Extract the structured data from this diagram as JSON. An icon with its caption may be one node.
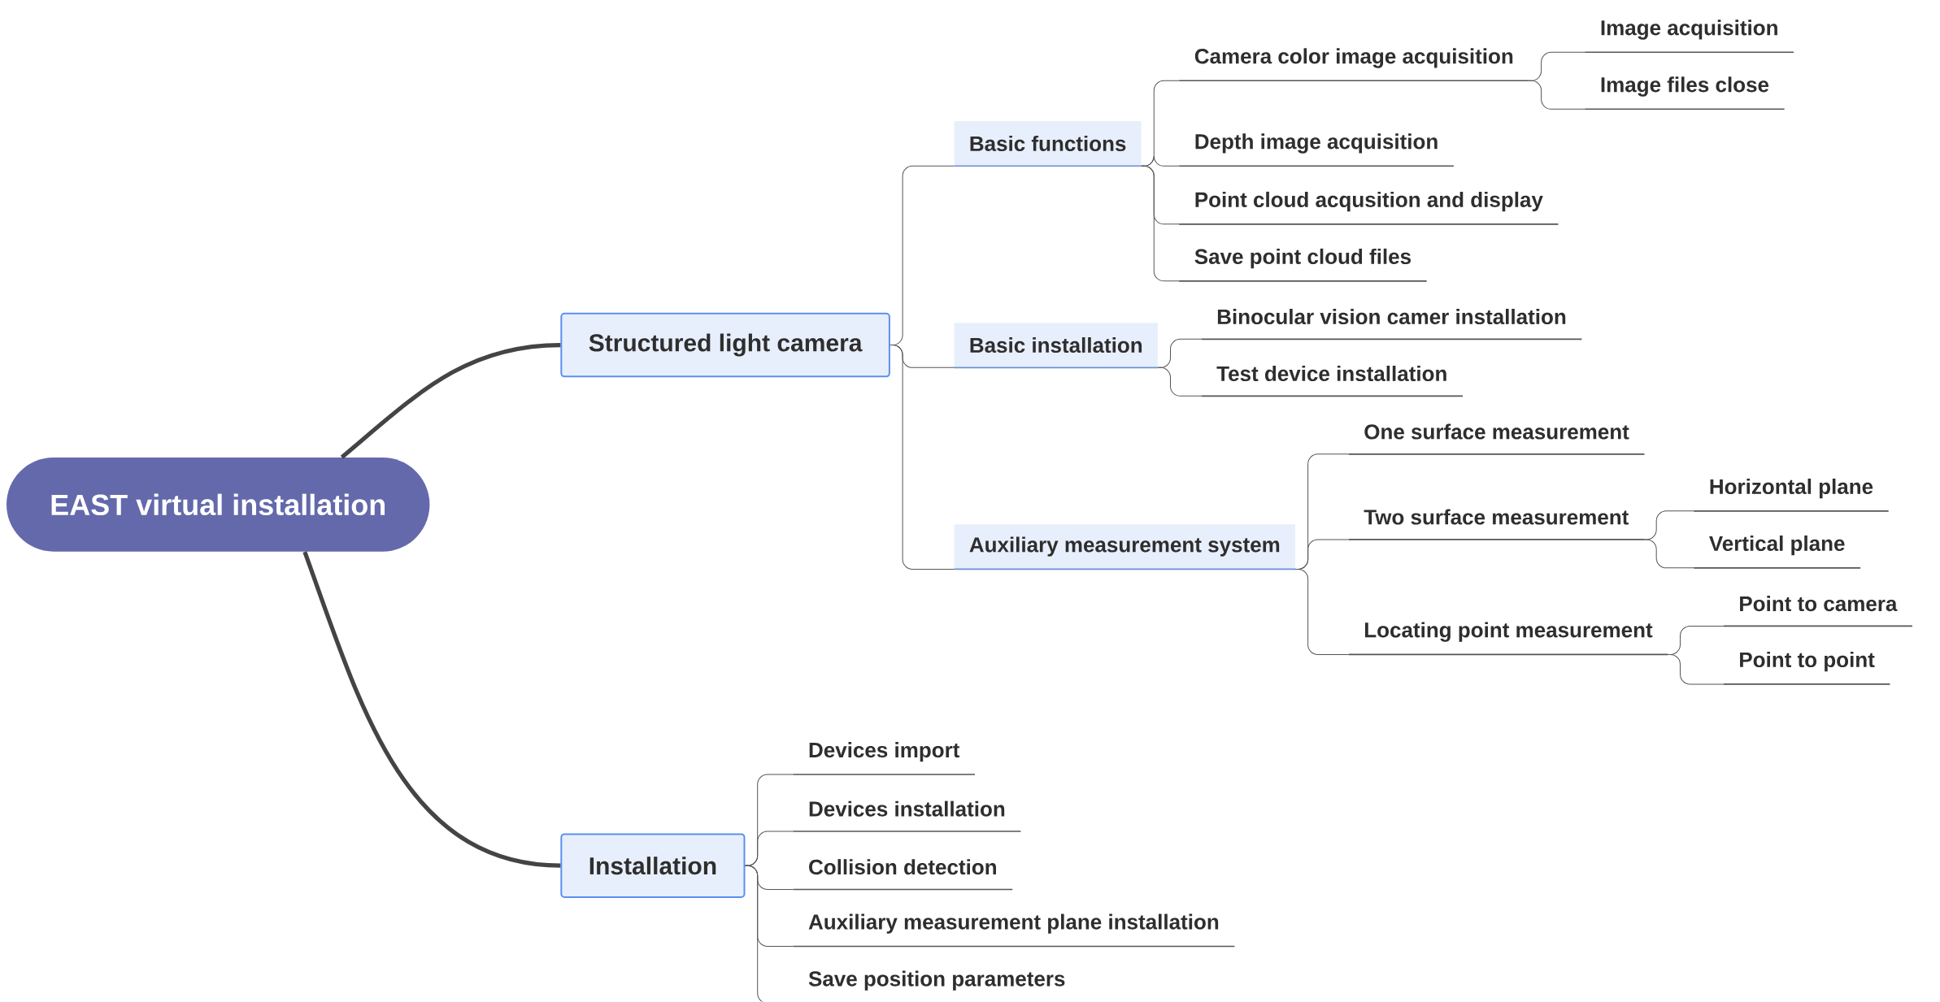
{
  "diagram": {
    "nodes": [
      {
        "text": [
          "EAST virtual installation"
        ]
      },
      {
        "text": [
          "Structured light camera"
        ]
      },
      {
        "text": [
          "Basic functions"
        ]
      },
      {
        "text": [
          "Camera color image acquisition"
        ]
      },
      {
        "text": [
          "Image acquisition"
        ]
      },
      {
        "text": [
          "Image files close"
        ]
      },
      {
        "text": [
          "Depth image acquisition"
        ]
      },
      {
        "text": [
          "Point cloud acqusition and display"
        ]
      },
      {
        "text": [
          "Save point cloud files"
        ]
      },
      {
        "text": [
          "Basic installation"
        ]
      },
      {
        "text": [
          "Binocular vision camer installation"
        ]
      },
      {
        "text": [
          "Test device installation"
        ]
      },
      {
        "text": [
          "Auxiliary measurement system"
        ]
      },
      {
        "text": [
          "One surface measurement"
        ]
      },
      {
        "text": [
          "Two surface measurement"
        ]
      },
      {
        "text": [
          "Horizontal plane"
        ]
      },
      {
        "text": [
          "Vertical plane"
        ]
      },
      {
        "text": [
          "Locating point measurement"
        ]
      },
      {
        "text": [
          "Point to camera"
        ]
      },
      {
        "text": [
          "Point to point"
        ]
      },
      {
        "text": [
          "Installation"
        ]
      },
      {
        "text": [
          "Devices import"
        ]
      },
      {
        "text": [
          "Devices installation"
        ]
      },
      {
        "text": [
          "Collision detection"
        ]
      },
      {
        "text": [
          "Auxiliary measurement plane installation"
        ]
      },
      {
        "text": [
          "Save position parameters"
        ]
      }
    ],
    "edges": [
      {
        "from": 0,
        "to": 1,
        "arrow": "none",
        "style": "thick"
      },
      {
        "from": 1,
        "to": 2,
        "arrow": "none"
      },
      {
        "from": 2,
        "to": 3,
        "arrow": "none"
      },
      {
        "from": 3,
        "to": 4,
        "arrow": "none"
      },
      {
        "from": 3,
        "to": 5,
        "arrow": "none"
      },
      {
        "from": 2,
        "to": 6,
        "arrow": "none"
      },
      {
        "from": 2,
        "to": 7,
        "arrow": "none"
      },
      {
        "from": 2,
        "to": 8,
        "arrow": "none"
      },
      {
        "from": 1,
        "to": 9,
        "arrow": "none"
      },
      {
        "from": 9,
        "to": 10,
        "arrow": "none"
      },
      {
        "from": 9,
        "to": 11,
        "arrow": "none"
      },
      {
        "from": 1,
        "to": 12,
        "arrow": "none"
      },
      {
        "from": 12,
        "to": 13,
        "arrow": "none"
      },
      {
        "from": 12,
        "to": 14,
        "arrow": "none"
      },
      {
        "from": 14,
        "to": 15,
        "arrow": "none"
      },
      {
        "from": 14,
        "to": 16,
        "arrow": "none"
      },
      {
        "from": 12,
        "to": 17,
        "arrow": "none"
      },
      {
        "from": 17,
        "to": 18,
        "arrow": "none"
      },
      {
        "from": 17,
        "to": 19,
        "arrow": "none"
      },
      {
        "from": 0,
        "to": 20,
        "arrow": "none",
        "style": "thick"
      },
      {
        "from": 20,
        "to": 21,
        "arrow": "none"
      },
      {
        "from": 20,
        "to": 22,
        "arrow": "none"
      },
      {
        "from": 20,
        "to": 23,
        "arrow": "none"
      },
      {
        "from": 20,
        "to": 24,
        "arrow": "none"
      },
      {
        "from": 20,
        "to": 25,
        "arrow": "none"
      }
    ]
  }
}
